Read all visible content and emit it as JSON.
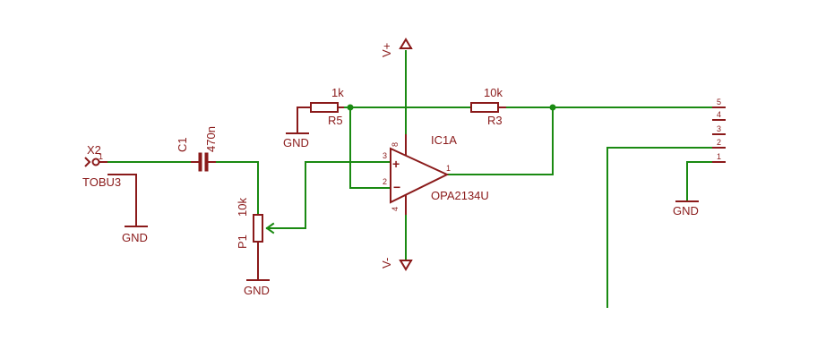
{
  "labels": {
    "vplus": "V+",
    "vminus": "V-",
    "ic_name": "IC1A",
    "ic_value": "OPA2134U",
    "r5_value": "1k",
    "r5_name": "R5",
    "r3_value": "10k",
    "r3_name": "R3",
    "c1_name": "C1",
    "c1_value": "470n",
    "p1_name": "P1",
    "p1_value": "10k",
    "x2_name": "X2",
    "x2_pin": "1",
    "x2_value": "TOBU3",
    "gnd": "GND",
    "opamp_plus_sign": "+",
    "opamp_minus_sign": "−",
    "pin_plus": "3",
    "pin_minus": "2",
    "pin_out": "1",
    "pin_vplus": "8",
    "pin_vminus": "4",
    "conn_pins": [
      "5",
      "4",
      "3",
      "2",
      "1"
    ]
  },
  "colors": {
    "wire": "#1a8a12",
    "part": "#8a1a1a",
    "background": "#ffffff"
  }
}
